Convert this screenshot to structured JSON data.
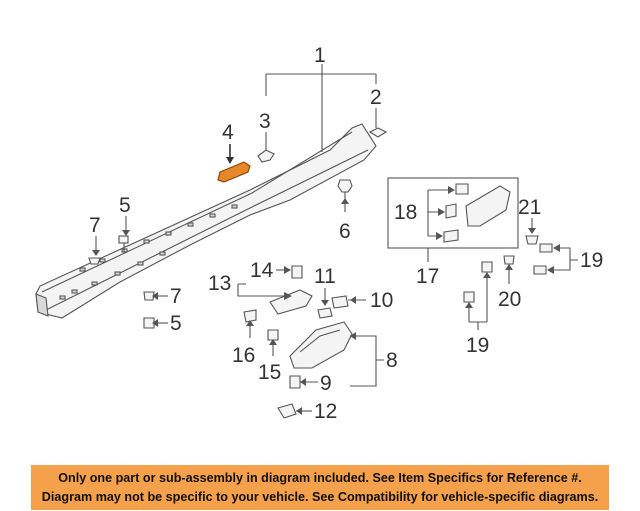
{
  "callouts": {
    "c1": "1",
    "c2": "2",
    "c3": "3",
    "c4": "4",
    "c5a": "5",
    "c5b": "5",
    "c6": "6",
    "c7a": "7",
    "c7b": "7",
    "c8": "8",
    "c9": "9",
    "c10": "10",
    "c11": "11",
    "c12": "12",
    "c13": "13",
    "c14": "14",
    "c15": "15",
    "c16": "16",
    "c17": "17",
    "c18": "18",
    "c19a": "19",
    "c19b": "19",
    "c20": "20",
    "c21": "21"
  },
  "highlighted_part": "4",
  "colors": {
    "highlight": "#e8862a",
    "banner": "#f5a04a"
  },
  "banner": {
    "line1": "Only one part or sub-assembly in diagram included. See Item Specifics for Reference #.",
    "line2": "Diagram may not be specific to your vehicle. See Compatibility for vehicle-specific diagrams."
  }
}
